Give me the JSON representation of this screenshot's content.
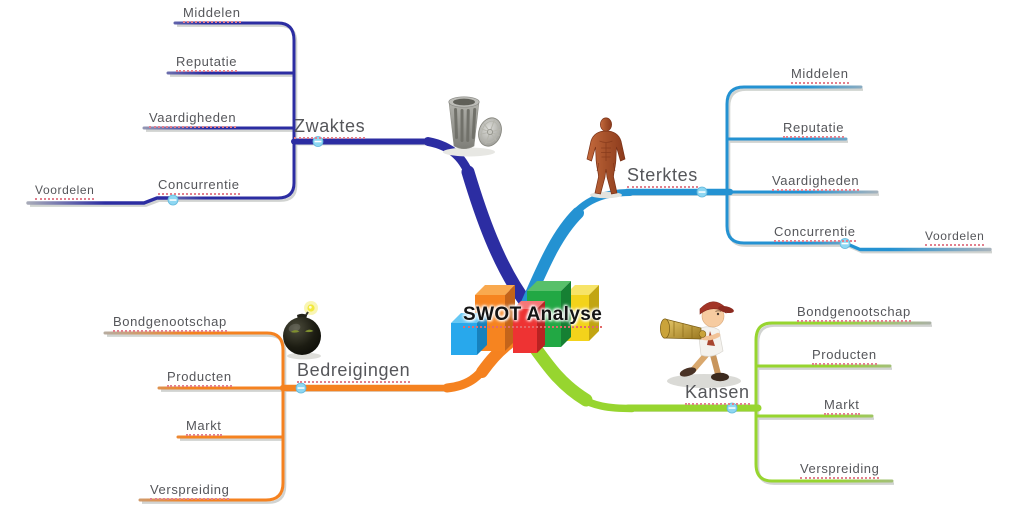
{
  "center": {
    "title": "SWOT Analyse"
  },
  "branches": {
    "zwaktes": {
      "label": "Zwaktes",
      "color": "#2c2da2",
      "items": [
        "Middelen",
        "Reputatie",
        "Vaardigheden",
        "Concurrentie"
      ],
      "sub_item": "Voordelen",
      "icon": "trash-can"
    },
    "sterktes": {
      "label": "Sterktes",
      "color": "#2492d2",
      "items": [
        "Middelen",
        "Reputatie",
        "Vaardigheden",
        "Concurrentie"
      ],
      "sub_item": "Voordelen",
      "icon": "anatomy-figure"
    },
    "bedreigingen": {
      "label": "Bedreigingen",
      "color": "#f58220",
      "items": [
        "Bondgenootschap",
        "Producten",
        "Markt",
        "Verspreiding"
      ],
      "icon": "bomb"
    },
    "kansen": {
      "label": "Kansen",
      "color": "#97d52f",
      "items": [
        "Bondgenootschap",
        "Producten",
        "Markt",
        "Verspreiding"
      ],
      "icon": "boy-with-megaphone"
    }
  },
  "node_handle_color": "#8ed7f2",
  "spellcheck_underline_color": "#e2808e"
}
